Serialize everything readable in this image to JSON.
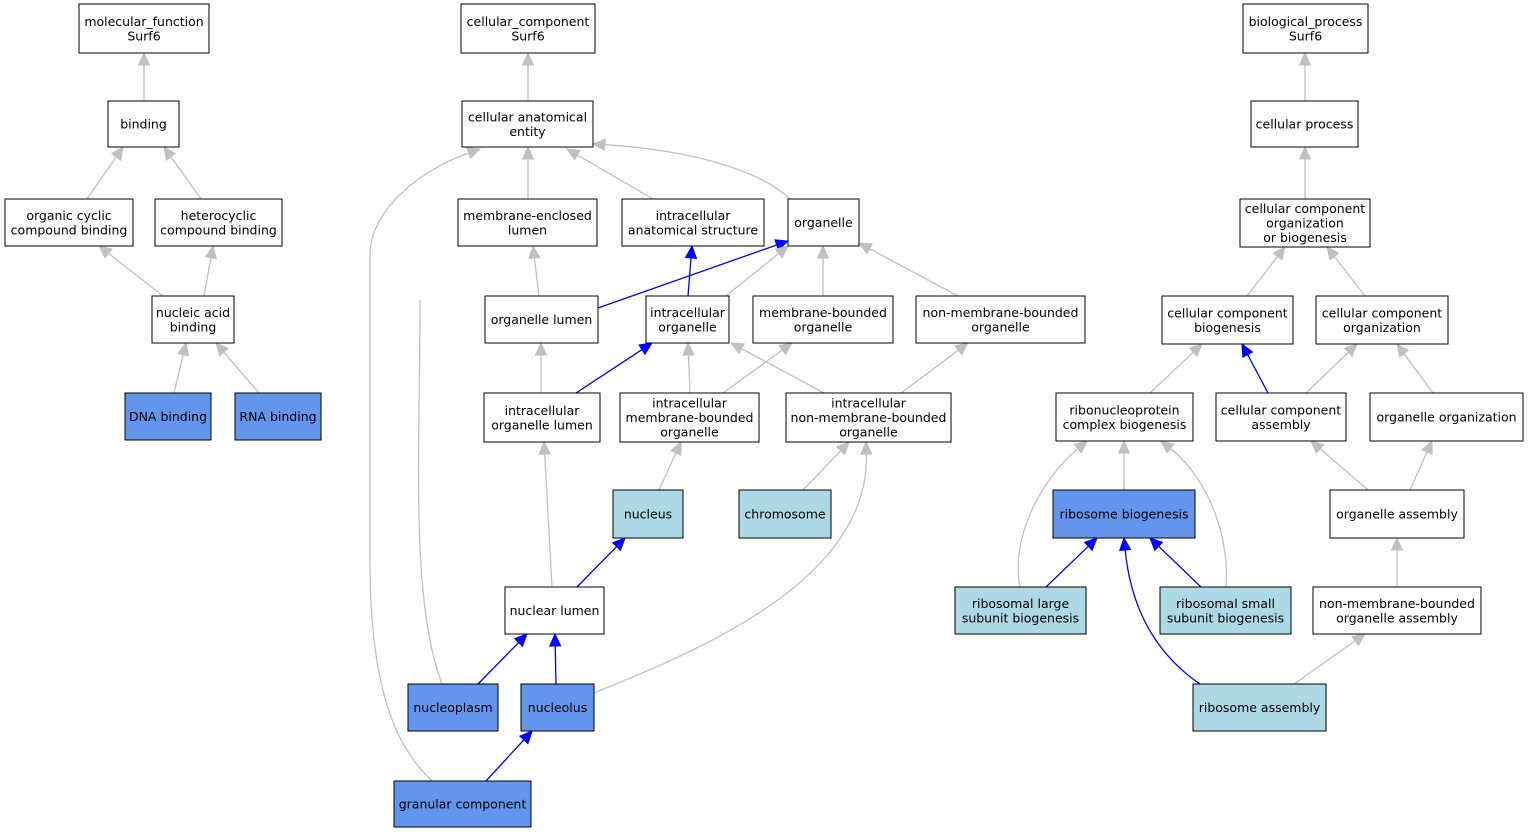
{
  "colors": {
    "default_fill": "#ffffff",
    "highlight_fill": "#6495ed",
    "light_fill": "#add8e6",
    "edge_gray": "#c0c0c0",
    "edge_blue": "#0000ff"
  },
  "nodes": [
    {
      "id": "mf",
      "lines": [
        "molecular_function",
        "Surf6"
      ],
      "fill": "default"
    },
    {
      "id": "binding",
      "lines": [
        "binding"
      ],
      "fill": "default"
    },
    {
      "id": "ocb",
      "lines": [
        "organic cyclic",
        "compound binding"
      ],
      "fill": "default"
    },
    {
      "id": "hcb",
      "lines": [
        "heterocyclic",
        "compound binding"
      ],
      "fill": "default"
    },
    {
      "id": "nab",
      "lines": [
        "nucleic acid",
        "binding"
      ],
      "fill": "default"
    },
    {
      "id": "dnab",
      "lines": [
        "DNA binding"
      ],
      "fill": "highlight"
    },
    {
      "id": "rnab",
      "lines": [
        "RNA binding"
      ],
      "fill": "highlight"
    },
    {
      "id": "cc",
      "lines": [
        "cellular_component",
        "Surf6"
      ],
      "fill": "default"
    },
    {
      "id": "cae",
      "lines": [
        "cellular anatomical",
        "entity"
      ],
      "fill": "default"
    },
    {
      "id": "mel",
      "lines": [
        "membrane-enclosed",
        "lumen"
      ],
      "fill": "default"
    },
    {
      "id": "ias",
      "lines": [
        "intracellular",
        "anatomical structure"
      ],
      "fill": "default"
    },
    {
      "id": "org",
      "lines": [
        "organelle"
      ],
      "fill": "default"
    },
    {
      "id": "orgl",
      "lines": [
        "organelle lumen"
      ],
      "fill": "default"
    },
    {
      "id": "io",
      "lines": [
        "intracellular",
        "organelle"
      ],
      "fill": "default"
    },
    {
      "id": "mbo",
      "lines": [
        "membrane-bounded",
        "organelle"
      ],
      "fill": "default"
    },
    {
      "id": "nmbo",
      "lines": [
        "non-membrane-bounded",
        "organelle"
      ],
      "fill": "default"
    },
    {
      "id": "iol",
      "lines": [
        "intracellular",
        "organelle lumen"
      ],
      "fill": "default"
    },
    {
      "id": "imbo",
      "lines": [
        "intracellular",
        "membrane-bounded",
        "organelle"
      ],
      "fill": "default"
    },
    {
      "id": "inmbo",
      "lines": [
        "intracellular",
        "non-membrane-bounded",
        "organelle"
      ],
      "fill": "default"
    },
    {
      "id": "nucleus",
      "lines": [
        "nucleus"
      ],
      "fill": "light"
    },
    {
      "id": "chromosome",
      "lines": [
        "chromosome"
      ],
      "fill": "light"
    },
    {
      "id": "nuclum",
      "lines": [
        "nuclear lumen"
      ],
      "fill": "default"
    },
    {
      "id": "nucleoplasm",
      "lines": [
        "nucleoplasm"
      ],
      "fill": "highlight"
    },
    {
      "id": "nucleolus",
      "lines": [
        "nucleolus"
      ],
      "fill": "highlight"
    },
    {
      "id": "granular",
      "lines": [
        "granular component"
      ],
      "fill": "highlight"
    },
    {
      "id": "bp",
      "lines": [
        "biological_process",
        "Surf6"
      ],
      "fill": "default"
    },
    {
      "id": "cp",
      "lines": [
        "cellular process"
      ],
      "fill": "default"
    },
    {
      "id": "ccob",
      "lines": [
        "cellular component",
        "organization",
        "or biogenesis"
      ],
      "fill": "default"
    },
    {
      "id": "ccb",
      "lines": [
        "cellular component",
        "biogenesis"
      ],
      "fill": "default"
    },
    {
      "id": "cco",
      "lines": [
        "cellular component",
        "organization"
      ],
      "fill": "default"
    },
    {
      "id": "rcb",
      "lines": [
        "ribonucleoprotein",
        "complex biogenesis"
      ],
      "fill": "default"
    },
    {
      "id": "cca",
      "lines": [
        "cellular component",
        "assembly"
      ],
      "fill": "default"
    },
    {
      "id": "oo",
      "lines": [
        "organelle organization"
      ],
      "fill": "default"
    },
    {
      "id": "rb",
      "lines": [
        "ribosome biogenesis"
      ],
      "fill": "highlight"
    },
    {
      "id": "oa",
      "lines": [
        "organelle assembly"
      ],
      "fill": "default"
    },
    {
      "id": "rlsb",
      "lines": [
        "ribosomal large",
        "subunit biogenesis"
      ],
      "fill": "light"
    },
    {
      "id": "rssb",
      "lines": [
        "ribosomal small",
        "subunit biogenesis"
      ],
      "fill": "light"
    },
    {
      "id": "nmboa",
      "lines": [
        "non-membrane-bounded",
        "organelle assembly"
      ],
      "fill": "default"
    },
    {
      "id": "ra",
      "lines": [
        "ribosome assembly"
      ],
      "fill": "light"
    }
  ],
  "edges": [
    {
      "from": "binding",
      "to": "mf",
      "color": "gray"
    },
    {
      "from": "ocb",
      "to": "binding",
      "color": "gray"
    },
    {
      "from": "hcb",
      "to": "binding",
      "color": "gray"
    },
    {
      "from": "nab",
      "to": "ocb",
      "color": "gray"
    },
    {
      "from": "nab",
      "to": "hcb",
      "color": "gray"
    },
    {
      "from": "dnab",
      "to": "nab",
      "color": "gray"
    },
    {
      "from": "rnab",
      "to": "nab",
      "color": "gray"
    },
    {
      "from": "cae",
      "to": "cc",
      "color": "gray"
    },
    {
      "from": "mel",
      "to": "cae",
      "color": "gray"
    },
    {
      "from": "ias",
      "to": "cae",
      "color": "gray"
    },
    {
      "from": "org",
      "to": "cae",
      "color": "gray"
    },
    {
      "from": "orgl",
      "to": "mel",
      "color": "gray"
    },
    {
      "from": "orgl",
      "to": "org",
      "color": "blue"
    },
    {
      "from": "io",
      "to": "ias",
      "color": "blue"
    },
    {
      "from": "io",
      "to": "org",
      "color": "gray"
    },
    {
      "from": "mbo",
      "to": "org",
      "color": "gray"
    },
    {
      "from": "nmbo",
      "to": "org",
      "color": "gray"
    },
    {
      "from": "iol",
      "to": "orgl",
      "color": "gray"
    },
    {
      "from": "iol",
      "to": "io",
      "color": "blue"
    },
    {
      "from": "imbo",
      "to": "io",
      "color": "gray"
    },
    {
      "from": "imbo",
      "to": "mbo",
      "color": "gray"
    },
    {
      "from": "inmbo",
      "to": "io",
      "color": "gray"
    },
    {
      "from": "inmbo",
      "to": "nmbo",
      "color": "gray"
    },
    {
      "from": "nucleus",
      "to": "imbo",
      "color": "gray"
    },
    {
      "from": "chromosome",
      "to": "inmbo",
      "color": "gray"
    },
    {
      "from": "nuclum",
      "to": "iol",
      "color": "gray"
    },
    {
      "from": "nuclum",
      "to": "nucleus",
      "color": "blue"
    },
    {
      "from": "nucleoplasm",
      "to": "nuclum",
      "color": "blue"
    },
    {
      "from": "nucleoplasm",
      "to": "cae",
      "color": "gray"
    },
    {
      "from": "nucleolus",
      "to": "nuclum",
      "color": "blue"
    },
    {
      "from": "nucleolus",
      "to": "inmbo",
      "color": "gray"
    },
    {
      "from": "granular",
      "to": "nucleolus",
      "color": "blue"
    },
    {
      "from": "granular",
      "to": "cae",
      "color": "gray"
    },
    {
      "from": "cp",
      "to": "bp",
      "color": "gray"
    },
    {
      "from": "ccob",
      "to": "cp",
      "color": "gray"
    },
    {
      "from": "ccb",
      "to": "ccob",
      "color": "gray"
    },
    {
      "from": "cco",
      "to": "ccob",
      "color": "gray"
    },
    {
      "from": "rcb",
      "to": "ccb",
      "color": "gray"
    },
    {
      "from": "cca",
      "to": "ccb",
      "color": "blue"
    },
    {
      "from": "cca",
      "to": "cco",
      "color": "gray"
    },
    {
      "from": "oo",
      "to": "cco",
      "color": "gray"
    },
    {
      "from": "rb",
      "to": "rcb",
      "color": "gray"
    },
    {
      "from": "oa",
      "to": "cca",
      "color": "gray"
    },
    {
      "from": "oa",
      "to": "oo",
      "color": "gray"
    },
    {
      "from": "rlsb",
      "to": "rcb",
      "color": "gray"
    },
    {
      "from": "rlsb",
      "to": "rb",
      "color": "blue"
    },
    {
      "from": "rssb",
      "to": "rcb",
      "color": "gray"
    },
    {
      "from": "rssb",
      "to": "rb",
      "color": "blue"
    },
    {
      "from": "nmboa",
      "to": "oa",
      "color": "gray"
    },
    {
      "from": "ra",
      "to": "nmboa",
      "color": "gray"
    },
    {
      "from": "ra",
      "to": "rb",
      "color": "blue"
    }
  ]
}
